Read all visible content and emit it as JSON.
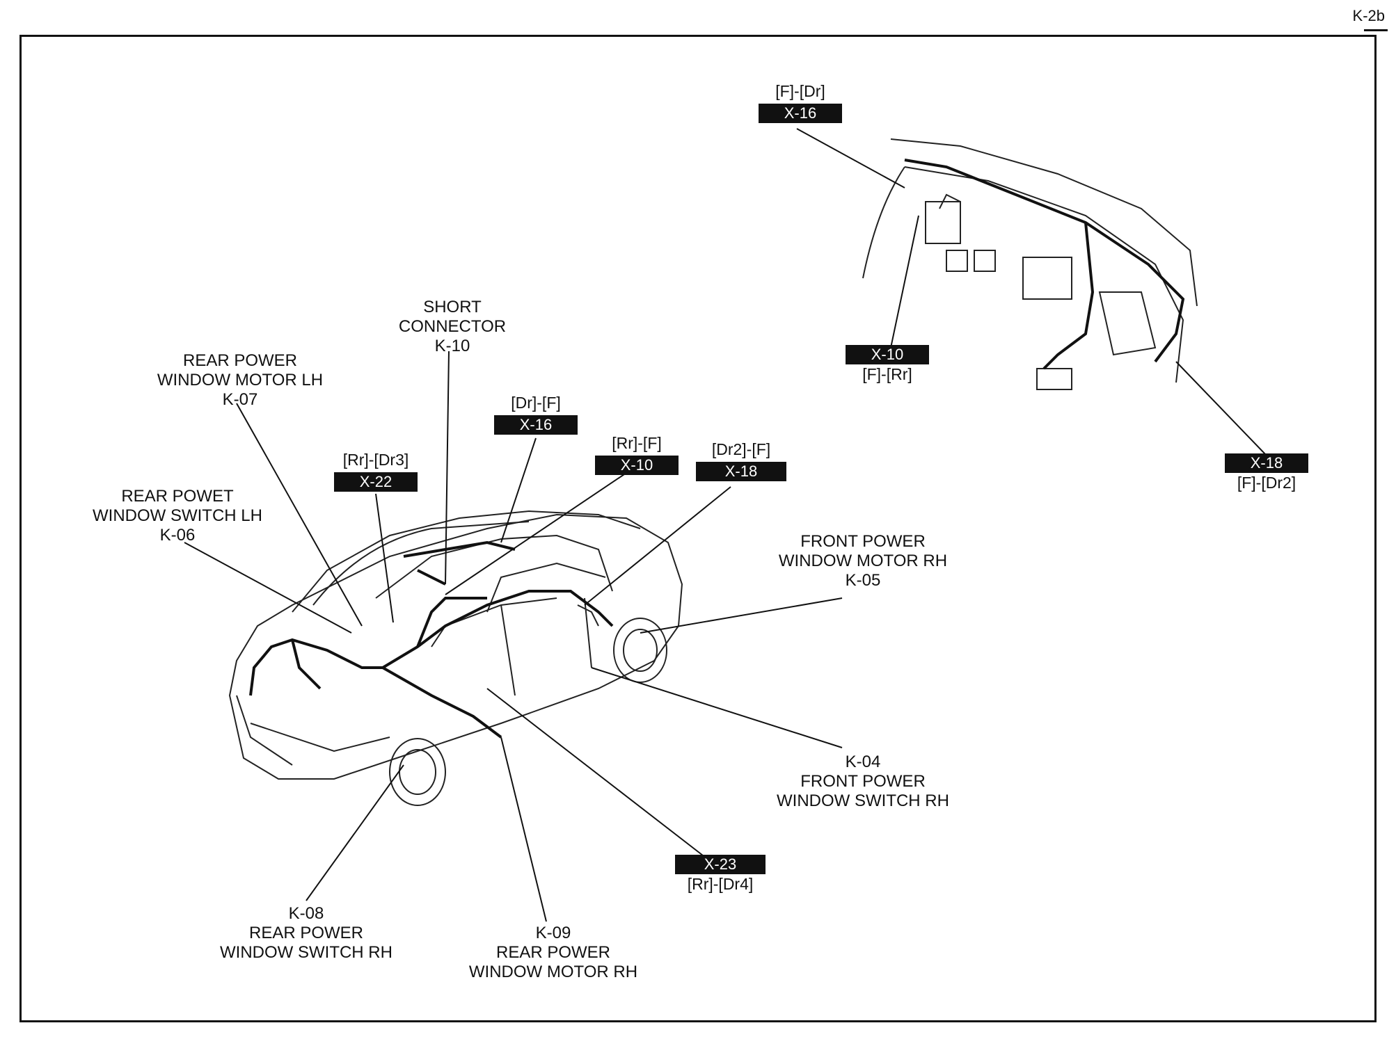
{
  "page_code": "K-2b",
  "labels": {
    "short_connector": {
      "line1": "SHORT",
      "line2": "CONNECTOR",
      "code": "K-10"
    },
    "rear_motor_lh": {
      "line1": "REAR POWER",
      "line2": "WINDOW MOTOR LH",
      "code": "K-07"
    },
    "rear_switch_lh": {
      "line1": "REAR POWET",
      "line2": "WINDOW SWITCH LH",
      "code": "K-06"
    },
    "front_motor_rh": {
      "line1": "FRONT POWER",
      "line2": "WINDOW MOTOR RH",
      "code": "K-05"
    },
    "front_switch_rh": {
      "code": "K-04",
      "line1": "FRONT POWER",
      "line2": "WINDOW SWITCH RH"
    },
    "rear_switch_rh": {
      "code": "K-08",
      "line1": "REAR POWER",
      "line2": "WINDOW SWITCH RH"
    },
    "rear_motor_rh": {
      "code": "K-09",
      "line1": "REAR POWER",
      "line2": "WINDOW MOTOR RH"
    }
  },
  "connectors": {
    "x22": {
      "pair": "[Rr]-[Dr3]",
      "code": "X-22"
    },
    "x16_car": {
      "pair": "[Dr]-[F]",
      "code": "X-16"
    },
    "x10_car": {
      "pair": "[Rr]-[F]",
      "code": "X-10"
    },
    "x18_car": {
      "pair": "[Dr2]-[F]",
      "code": "X-18"
    },
    "x23": {
      "code": "X-23",
      "pair": "[Rr]-[Dr4]"
    },
    "x16_dash": {
      "pair": "[F]-[Dr]",
      "code": "X-16"
    },
    "x10_dash": {
      "code": "X-10",
      "pair": "[F]-[Rr]"
    },
    "x18_dash": {
      "code": "X-18",
      "pair": "[F]-[Dr2]"
    }
  }
}
